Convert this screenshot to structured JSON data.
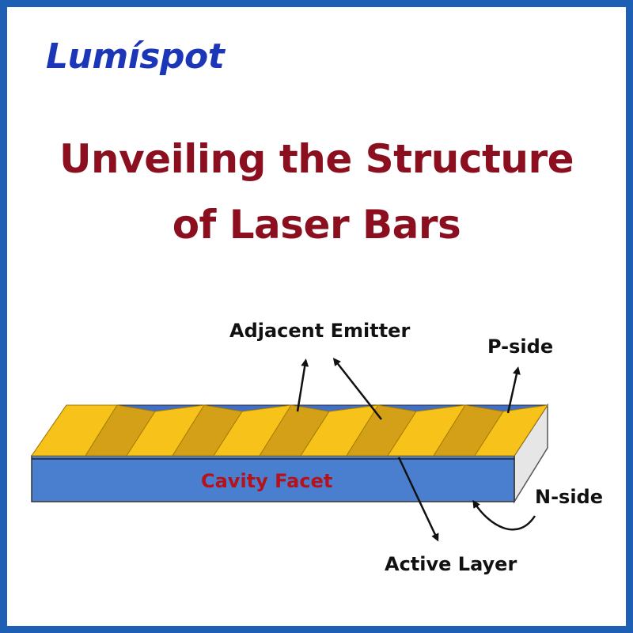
{
  "brand": {
    "logo": "Lumíspot"
  },
  "title": {
    "line1": "Unveiling the Structure",
    "line2": "of Laser Bars"
  },
  "labels": {
    "adjacent_emitter": "Adjacent Emitter",
    "p_side": "P-side",
    "n_side": "N-side",
    "active_layer": "Active Layer",
    "cavity_facet": "Cavity Facet"
  },
  "colors": {
    "border": "#1f5fb3",
    "logo": "#1c36b8",
    "title": "#8b0f1f",
    "emitter": "#f7c21a",
    "substrate": "#4a7fd0",
    "facet_text": "#b5121b"
  }
}
